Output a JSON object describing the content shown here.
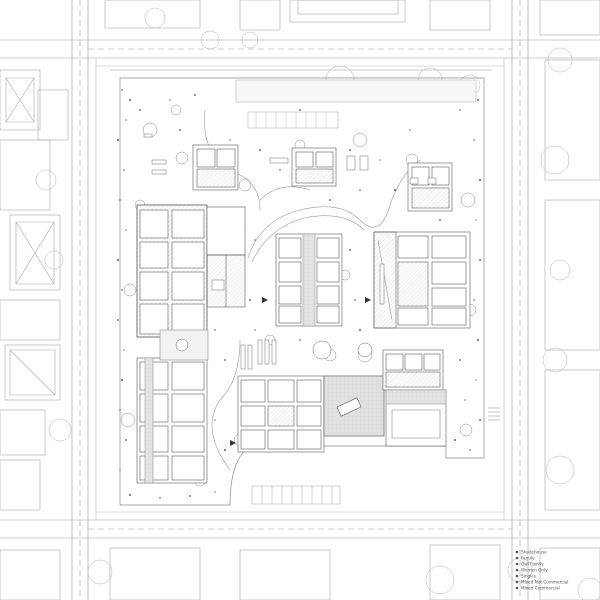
{
  "legend": {
    "items": [
      {
        "label": "Shadehouse"
      },
      {
        "label": "Family"
      },
      {
        "label": "Owl Family"
      },
      {
        "label": "Women Only"
      },
      {
        "label": "Singles"
      },
      {
        "label": "Mixed Not Commercial"
      },
      {
        "label": "Mixed Commercial"
      }
    ]
  },
  "colors": {
    "line": "#8a8a8a",
    "building": "#6a6a6a",
    "grey_fill": "#dcdcdc",
    "hatch": "#b8b8b8",
    "vegetation": "#707070"
  }
}
